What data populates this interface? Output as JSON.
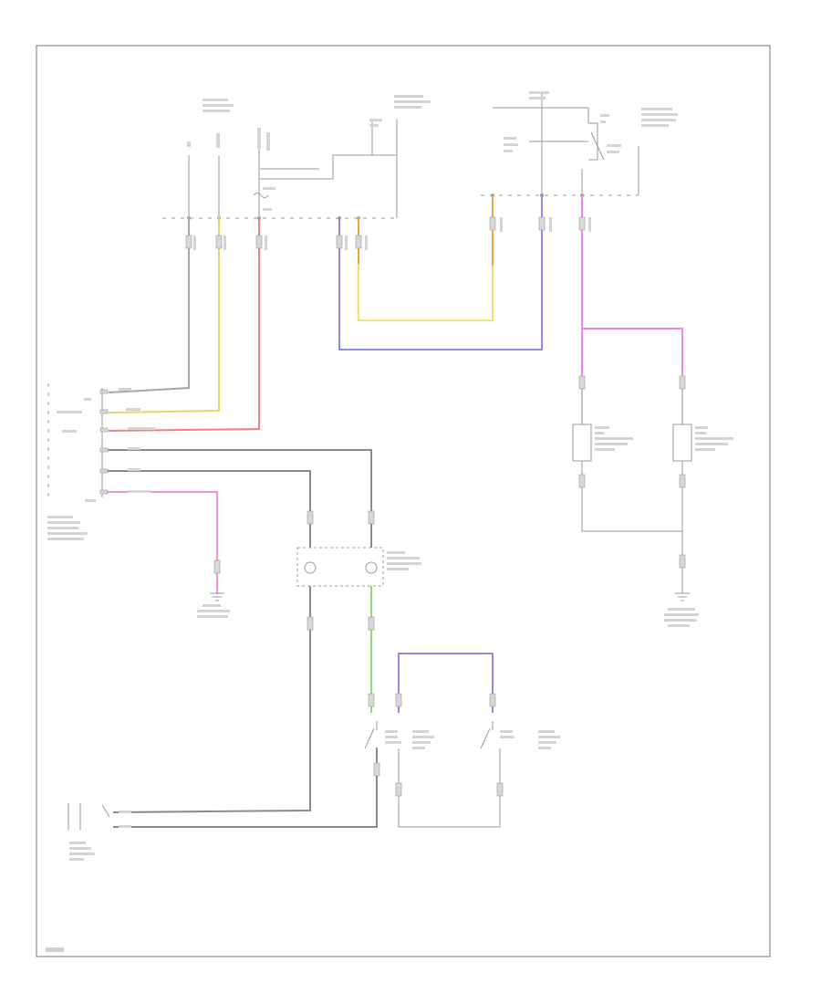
{
  "diagram": {
    "wire_colors": {
      "gray": "#a0a0a0",
      "dark_gray": "#8a8a8a",
      "yellow": "#e6d66a",
      "red": "#f08080",
      "orange": "#f4a23c",
      "blue": "#8b8bef",
      "pink": "#ee82ee",
      "green": "#8ae070",
      "light_gray": "#bdbdbd"
    },
    "frame_color": "#8c8c8c",
    "components": [
      "ambient-light-control-module",
      "central-junction-box",
      "central-junction-box-fuse-block",
      "fuse-relay-box",
      "park-lamp-relay",
      "right-puddle-lamp",
      "left-puddle-lamp",
      "outside-mirror-puddle-lamp-control-module",
      "right-door-switch",
      "left-door-switch",
      "right-door-courtesy-lamp",
      "left-door-courtesy-lamp",
      "driver-door-ajar-switch",
      "ground-point-left",
      "ground-point-right"
    ]
  }
}
